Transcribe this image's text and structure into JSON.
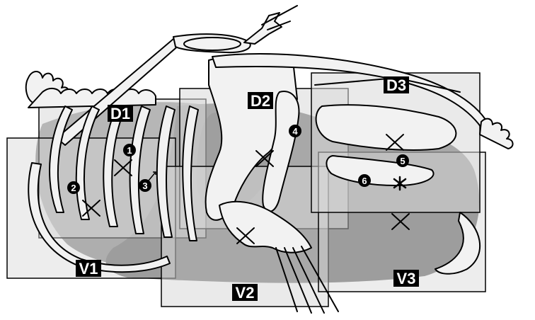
{
  "colors": {
    "background": "#ffffff",
    "bone_outline": "#000000",
    "bone_fill": "#f2f2f2",
    "organ_dark": "#6e6e6e",
    "organ_mid": "#8c8c8c",
    "box_fill": "#d8d8d8",
    "box_stroke": "#000000",
    "tag_bg": "#000000",
    "tag_text": "#ffffff"
  },
  "regions": [
    {
      "id": "D1",
      "label": "D1"
    },
    {
      "id": "D2",
      "label": "D2"
    },
    {
      "id": "D3",
      "label": "D3"
    },
    {
      "id": "V1",
      "label": "V1"
    },
    {
      "id": "V2",
      "label": "V2"
    },
    {
      "id": "V3",
      "label": "V3"
    }
  ],
  "markers": [
    {
      "label": "1"
    },
    {
      "label": "2"
    },
    {
      "label": "3"
    },
    {
      "label": "4"
    },
    {
      "label": "5"
    },
    {
      "label": "6"
    }
  ],
  "crosshair_icon": "x-mark-icon",
  "asterisk_icon": "asterisk-icon"
}
